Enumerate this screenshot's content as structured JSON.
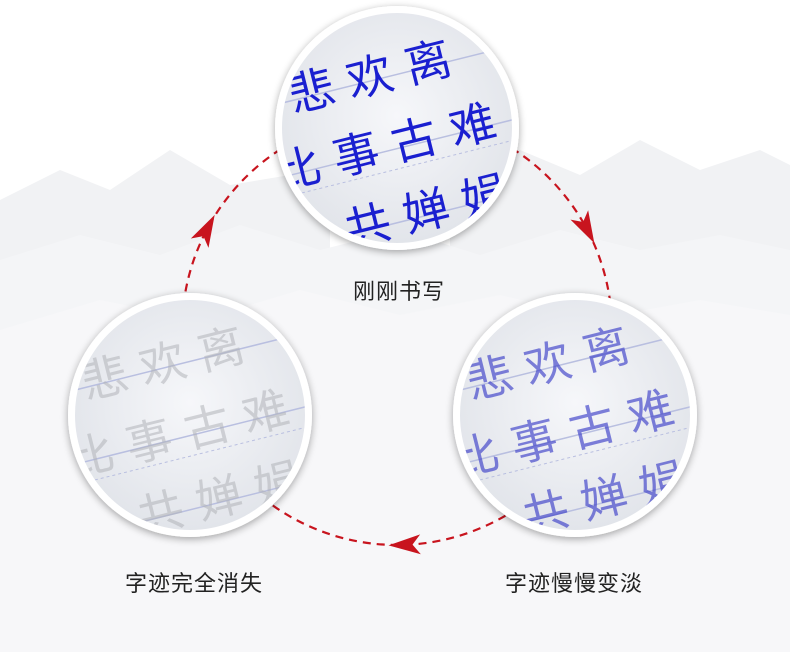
{
  "stages": [
    {
      "id": "fresh",
      "label": "刚刚书写",
      "ink_color": "#1a1fd0",
      "ink_opacity": 1.0
    },
    {
      "id": "fading",
      "label": "字迹慢慢变淡",
      "ink_color": "#3a3ec8",
      "ink_opacity": 0.65
    },
    {
      "id": "gone",
      "label": "字迹完全消失",
      "ink_color": "#b0b2b8",
      "ink_opacity": 0.55
    }
  ],
  "sample_text": {
    "line1": "悲欢离",
    "line2": "比事古难",
    "line3": "共婵娟"
  },
  "colors": {
    "arrow": "#c8141e",
    "paper": "#eceef2",
    "rule_line": "#b9bfe0",
    "mountain": "#e8eaee"
  },
  "icons": {
    "arrow_shape": "cycle-arrow-icon"
  }
}
